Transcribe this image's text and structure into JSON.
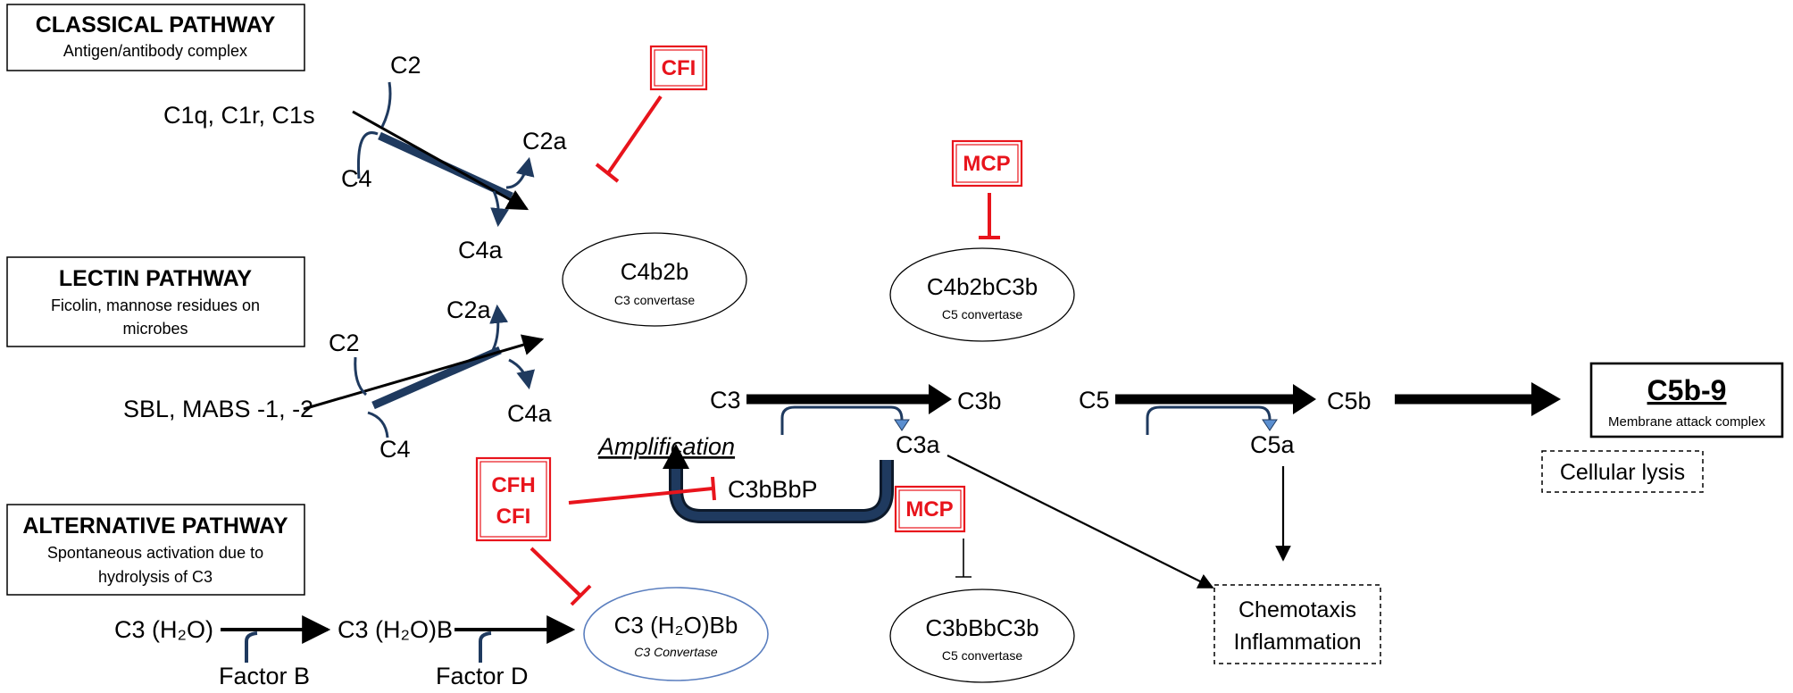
{
  "pathways": {
    "classical": {
      "title": "CLASSICAL PATHWAY",
      "subtitle": "Antigen/antibody complex"
    },
    "lectin": {
      "title": "LECTIN PATHWAY",
      "subtitle_line1": "Ficolin, mannose residues on",
      "subtitle_line2": "microbes"
    },
    "alternative": {
      "title": "ALTERNATIVE PATHWAY",
      "subtitle_line1": "Spontaneous activation due to",
      "subtitle_line2": "hydrolysis of C3"
    }
  },
  "labels": {
    "c1qrs": "C1q, C1r, C1s",
    "c2_top": "C2",
    "c4_top": "C4",
    "c2a_top": "C2a",
    "c4a_top": "C4a",
    "c2_lectin": "C2",
    "c4_lectin": "C4",
    "c2a_lectin": "C2a",
    "c4a_lectin": "C4a",
    "sbl": "SBL, MABS -1, -2",
    "c3h2o": "C3 (H₂O)",
    "c3h2ob": "C3 (H₂O)B",
    "factor_b": "Factor B",
    "factor_d": "Factor D",
    "c3": "C3",
    "c3b": "C3b",
    "c3a": "C3a",
    "c3bbbp": "C3bBbP",
    "amplification": "Amplification",
    "c5": "C5",
    "c5b": "C5b",
    "c5a": "C5a"
  },
  "convertases": {
    "c4b2b": {
      "name": "C4b2b",
      "type": "C3 convertase"
    },
    "c4b2bc3b": {
      "name": "C4b2bC3b",
      "type": "C5 convertase"
    },
    "c3h2obb": {
      "name": "C3 (H₂O)Bb",
      "type": "C3 Convertase"
    },
    "c3bbbc3b": {
      "name": "C3bBbC3b",
      "type": "C5 convertase"
    }
  },
  "inhibitors": {
    "cfi_top": "CFI",
    "mcp_top": "MCP",
    "cfh": "CFH",
    "cfi_mid": "CFI",
    "mcp_mid": "MCP"
  },
  "outcomes": {
    "mac_title": "C5b-9",
    "mac_subtitle": "Membrane attack complex",
    "lysis": "Cellular lysis",
    "chemotaxis": "Chemotaxis",
    "inflammation": "Inflammation"
  },
  "colors": {
    "inhibitor": "#e8141c",
    "pathway_line": "#1f3a5f",
    "ellipse_alt": "#5b7fbf"
  }
}
